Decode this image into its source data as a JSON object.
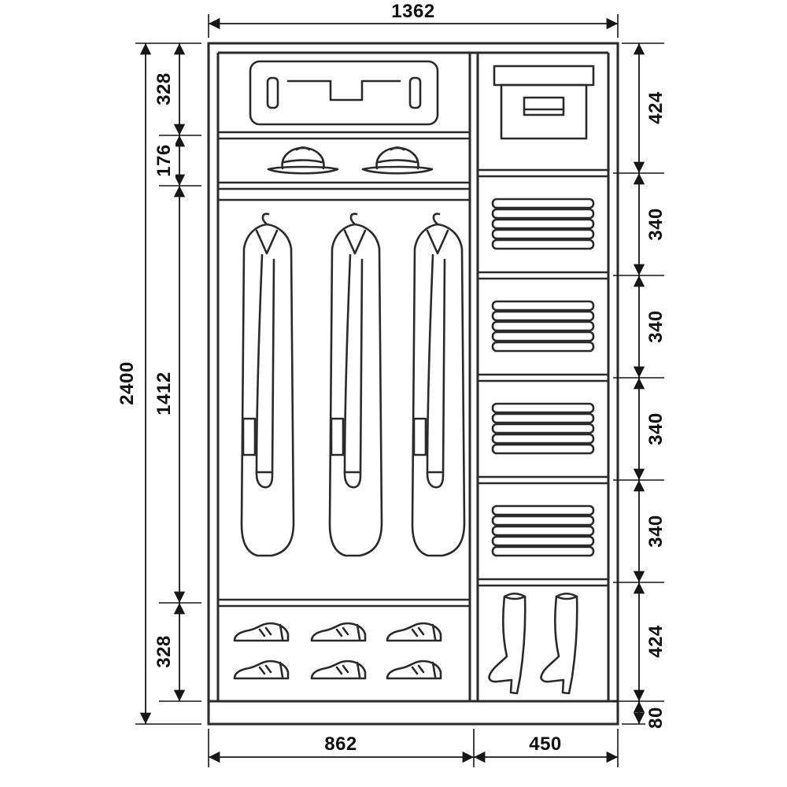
{
  "diagram": {
    "type": "wardrobe-interior-dimension-drawing",
    "labels": {
      "top_width": "1362",
      "total_height": "2400",
      "left_sections": [
        "328",
        "176",
        "1412",
        "328"
      ],
      "right_sections": [
        "424",
        "340",
        "340",
        "340",
        "340",
        "424",
        "80"
      ],
      "bottom_widths": [
        "862",
        "450"
      ]
    },
    "icons": [
      "suitcase-icon",
      "hat-icon",
      "coat-icon",
      "shoe-icon",
      "storage-box-icon",
      "folded-linen-icon",
      "boot-icon"
    ],
    "colors": {
      "line": "#2a2a2a",
      "dimension": "#161616",
      "background": "#ffffff"
    }
  }
}
